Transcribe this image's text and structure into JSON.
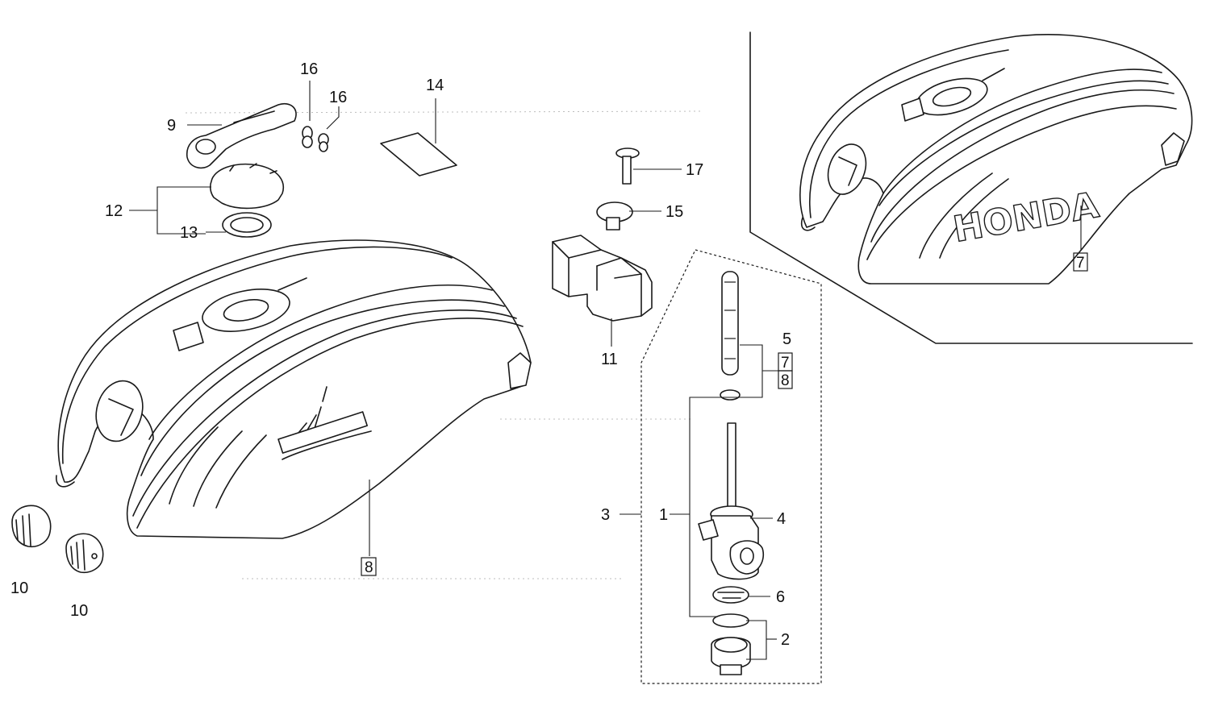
{
  "parts": [
    {
      "id": "1",
      "label": "1"
    },
    {
      "id": "2",
      "label": "2"
    },
    {
      "id": "3",
      "label": "3"
    },
    {
      "id": "4",
      "label": "4"
    },
    {
      "id": "5",
      "label": "5"
    },
    {
      "id": "6",
      "label": "6"
    },
    {
      "id": "9",
      "label": "9"
    },
    {
      "id": "10a",
      "label": "10"
    },
    {
      "id": "10b",
      "label": "10"
    },
    {
      "id": "11",
      "label": "11"
    },
    {
      "id": "12",
      "label": "12"
    },
    {
      "id": "13",
      "label": "13"
    },
    {
      "id": "14",
      "label": "14"
    },
    {
      "id": "15",
      "label": "15"
    },
    {
      "id": "16a",
      "label": "16"
    },
    {
      "id": "16b",
      "label": "16"
    },
    {
      "id": "17",
      "label": "17"
    }
  ],
  "boxed_labels": [
    {
      "id": "7-inset",
      "label": "7"
    },
    {
      "id": "7-cock",
      "label": "7"
    },
    {
      "id": "8-cock",
      "label": "8"
    },
    {
      "id": "8-tank",
      "label": "8"
    }
  ],
  "tank_logo_text": "HONDA"
}
